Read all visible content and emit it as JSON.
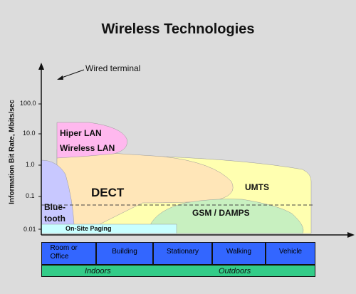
{
  "title": "Wireless Technologies",
  "y_axis_label": "Information Bit Rate, Mbits/sec",
  "y_ticks": [
    "100.0",
    "10.0",
    "1.0",
    "0.1",
    "0.01"
  ],
  "annotation": "Wired terminal",
  "regions": {
    "hiperlan": "Hiper LAN",
    "wirelesslan": "Wireless LAN",
    "dect": "DECT",
    "umts": "UMTS",
    "bluetooth1": "Blue-",
    "bluetooth2": "tooth",
    "gsm": "GSM / DAMPS",
    "paging": "On-Site Paging"
  },
  "mobility": [
    "Room or Office",
    "Building",
    "Stationary",
    "Walking",
    "Vehicle"
  ],
  "environment": [
    "Indoors",
    "Outdoors"
  ],
  "colors": {
    "background": "#dcdcdc",
    "umts": "#ffffb0",
    "dect": "#ffe6b8",
    "hiperlan": "#ffb8ee",
    "bluetooth": "#c8c8ff",
    "gsm": "#c8f0c0",
    "paging": "#c8ffff",
    "band_blue": "#3366ff",
    "band_green": "#33cc88"
  }
}
